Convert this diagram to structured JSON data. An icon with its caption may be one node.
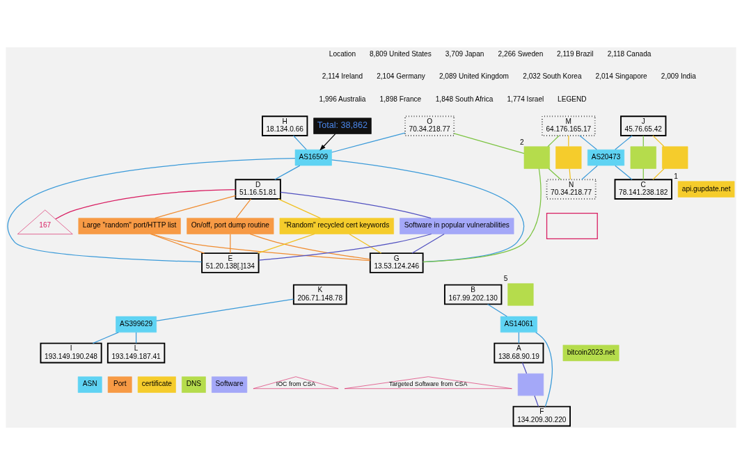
{
  "diagram": {
    "nodes": [
      {
        "text": [
          "Total: 38,862"
        ]
      },
      {
        "text": [
          "H",
          "18.134.0.66"
        ]
      },
      {
        "text": [
          "O",
          "70.34.218.77"
        ]
      },
      {
        "text": [
          "AS16509"
        ]
      },
      {
        "text": [
          "M",
          "64.176.165.17"
        ]
      },
      {
        "text": [
          "J",
          "45.76.65.42"
        ]
      },
      {
        "text": [],
        "shape": "box",
        "beside": [
          "2"
        ]
      },
      {
        "text": [],
        "shape": "box"
      },
      {
        "text": [
          "AS20473"
        ]
      },
      {
        "text": [],
        "shape": "box"
      },
      {
        "text": [],
        "shape": "box"
      },
      {
        "text": [
          "E",
          "51.20.138[.]134"
        ]
      },
      {
        "text": [
          "D",
          "51.16.51.81"
        ]
      },
      {
        "text": [
          "Large \"random\" port/HTTP list"
        ]
      },
      {
        "text": [
          "On/off, port dump routine"
        ]
      },
      {
        "text": [
          "\"Random\" recycled cert keywords"
        ]
      },
      {
        "text": [
          "Software in popular vulnerabilities"
        ]
      },
      {
        "text": [
          "C",
          "78.141.238.182"
        ]
      },
      {
        "text": [
          "api.gupdate.net"
        ],
        "beside": [
          "1"
        ]
      },
      {
        "text": [
          "N",
          "70.34.218.77"
        ]
      },
      {
        "text": [
          "G",
          "13.53.124.246"
        ]
      },
      {
        "text": [
          "K",
          "206.71.148.78"
        ]
      },
      {
        "text": [],
        "shape": "box",
        "beside": [
          "5"
        ]
      },
      {
        "text": [
          "AS399629"
        ]
      },
      {
        "text": [
          "I",
          "193.149.190.248"
        ]
      },
      {
        "text": [
          "L",
          "193.149.187.41"
        ]
      },
      {
        "text": [
          "bitcoin2023.net"
        ]
      },
      {
        "text": [
          "167"
        ]
      },
      {
        "text": [],
        "shape": "box"
      },
      {
        "text": [
          "B",
          "167.99.202.130"
        ]
      },
      {
        "text": [
          "AS14061"
        ]
      },
      {
        "text": [
          "F",
          "134.209.30.220"
        ]
      },
      {
        "text": [
          "A",
          "138.68.90.19"
        ]
      },
      {
        "text": [],
        "shape": "box"
      }
    ],
    "edges": [
      {
        "from": 0,
        "to": 3,
        "arrow": "to",
        "color": "#000000"
      },
      {
        "from": 1,
        "to": 3,
        "arrow": "none"
      },
      {
        "from": 2,
        "to": 3,
        "arrow": "none"
      },
      {
        "from": 3,
        "to": 11,
        "arrow": "none"
      },
      {
        "from": 3,
        "to": 12,
        "arrow": "none"
      },
      {
        "from": 3,
        "to": 20,
        "arrow": "none"
      },
      {
        "from": 2,
        "to": 6,
        "arrow": "none",
        "color": "#7dc443"
      },
      {
        "from": 4,
        "to": 6,
        "arrow": "none",
        "color": "#7dc443"
      },
      {
        "from": 6,
        "to": 19,
        "arrow": "none",
        "color": "#7dc443"
      },
      {
        "from": 6,
        "to": 20,
        "arrow": "none",
        "color": "#7dc443"
      },
      {
        "from": 4,
        "to": 7,
        "arrow": "none",
        "color": "#f0c020"
      },
      {
        "from": 7,
        "to": 19,
        "arrow": "none",
        "color": "#f0c020"
      },
      {
        "from": 4,
        "to": 8,
        "arrow": "none"
      },
      {
        "from": 5,
        "to": 8,
        "arrow": "none"
      },
      {
        "from": 8,
        "to": 17,
        "arrow": "none"
      },
      {
        "from": 8,
        "to": 19,
        "arrow": "none"
      },
      {
        "from": 5,
        "to": 9,
        "arrow": "none",
        "color": "#7dc443"
      },
      {
        "from": 9,
        "to": 17,
        "arrow": "none",
        "color": "#7dc443"
      },
      {
        "from": 5,
        "to": 10,
        "arrow": "none",
        "color": "#f0c020"
      },
      {
        "from": 10,
        "to": 17,
        "arrow": "none",
        "color": "#f0c020"
      },
      {
        "from": 12,
        "to": 13,
        "arrow": "none",
        "color": "#f08c30"
      },
      {
        "from": 12,
        "to": 14,
        "arrow": "none",
        "color": "#f08c30"
      },
      {
        "from": 12,
        "to": 15,
        "arrow": "none",
        "color": "#f0c020"
      },
      {
        "from": 12,
        "to": 16,
        "arrow": "none",
        "color": "#5050c0"
      },
      {
        "from": 13,
        "to": 11,
        "arrow": "none",
        "color": "#f08c30"
      },
      {
        "from": 13,
        "to": 20,
        "arrow": "none",
        "color": "#f08c30"
      },
      {
        "from": 14,
        "to": 11,
        "arrow": "none",
        "color": "#f08c30"
      },
      {
        "from": 14,
        "to": 20,
        "arrow": "none",
        "color": "#f08c30"
      },
      {
        "from": 15,
        "to": 11,
        "arrow": "none",
        "color": "#f0c020"
      },
      {
        "from": 15,
        "to": 20,
        "arrow": "none",
        "color": "#f0c020"
      },
      {
        "from": 16,
        "to": 11,
        "arrow": "none",
        "color": "#5050c0"
      },
      {
        "from": 16,
        "to": 20,
        "arrow": "none",
        "color": "#5050c0"
      },
      {
        "from": 12,
        "to": 27,
        "arrow": "none",
        "color": "#d81b60"
      },
      {
        "from": 21,
        "to": 23,
        "arrow": "none"
      },
      {
        "from": 23,
        "to": 24,
        "arrow": "none"
      },
      {
        "from": 23,
        "to": 25,
        "arrow": "none"
      },
      {
        "from": 29,
        "to": 30,
        "arrow": "none"
      },
      {
        "from": 30,
        "to": 31,
        "arrow": "none"
      },
      {
        "from": 30,
        "to": 32,
        "arrow": "none"
      },
      {
        "from": 32,
        "to": 33,
        "arrow": "none",
        "color": "#5050c0"
      },
      {
        "from": 33,
        "to": 31,
        "arrow": "none",
        "color": "#5050c0"
      }
    ],
    "labels": [
      "Location",
      "8,809 United States",
      "3,709 Japan",
      "2,266 Sweden",
      "2,119 Brazil",
      "2,118 Canada",
      "2,114 Ireland",
      "2,104 Germany",
      "2,089 United Kingdom",
      "2,032 South Korea",
      "2,014 Singapore",
      "2,009 India",
      "1,996 Australia",
      "1,898 France",
      "1,848 South Africa",
      "1,774 Israel",
      "LEGEND"
    ],
    "legend": [
      {
        "text": "ASN",
        "color": "#5fd3f3"
      },
      {
        "text": "Port",
        "color": "#f79a45"
      },
      {
        "text": "certificate",
        "color": "#f5cc2c"
      },
      {
        "text": "DNS",
        "color": "#b5dc4c"
      },
      {
        "text": "Software",
        "color": "#a4a8f8"
      },
      {
        "text": "IOC from CSA"
      },
      {
        "text": "Targeted Software from CSA"
      }
    ]
  }
}
